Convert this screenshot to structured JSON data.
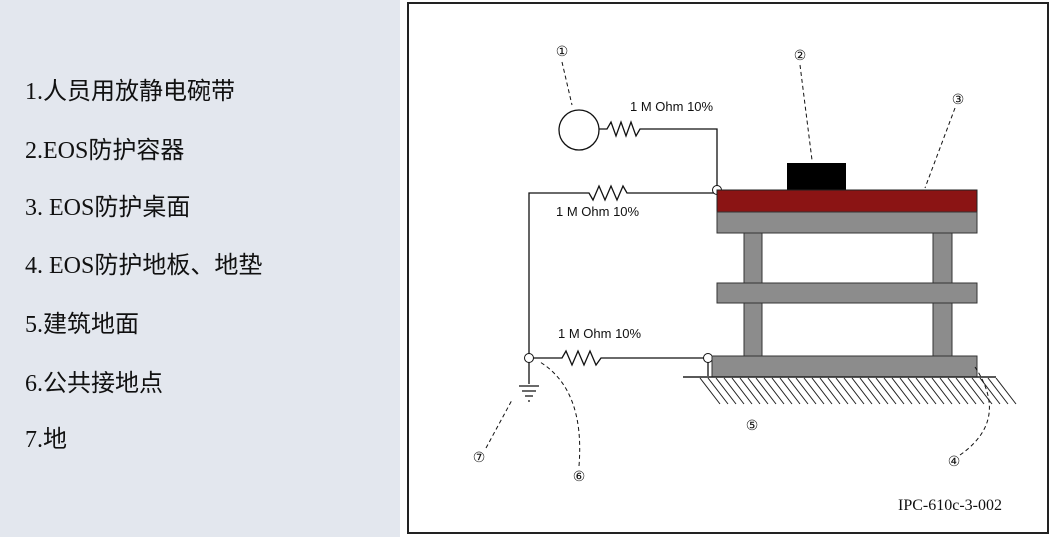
{
  "legend": {
    "items": [
      "1.人员用放静电碗带",
      "2.EOS防护容器",
      "3. EOS防护桌面",
      "4. EOS防护地板、地垫",
      "5.建筑地面",
      "6.公共接地点",
      "7.地"
    ]
  },
  "figure": {
    "resistor_labels": [
      "1 M Ohm 10%",
      "1 M Ohm 10%",
      "1 M Ohm 10%"
    ],
    "callouts": [
      "①",
      "②",
      "③",
      "④",
      "⑤",
      "⑥",
      "⑦"
    ],
    "caption": "IPC-610c-3-002",
    "colors": {
      "table_top": "#8b1414",
      "table_frame": "#8c8c8c",
      "container": "#000000"
    }
  }
}
